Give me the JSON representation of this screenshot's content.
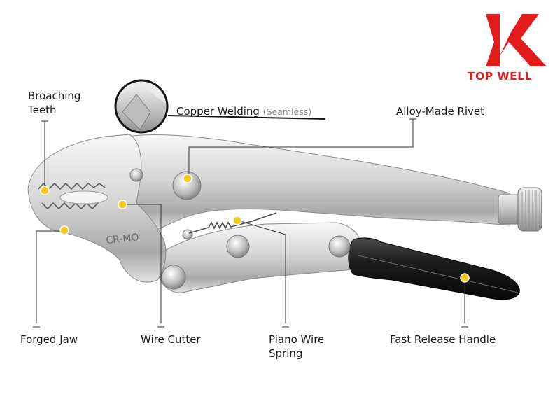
{
  "brand": {
    "name": "TOP WELL",
    "color": "#e21b1b"
  },
  "labels": {
    "broaching_teeth": "Broaching\nTeeth",
    "copper_welding": "Copper Welding",
    "copper_welding_note": "(Seamless)",
    "alloy_rivet": "Alloy-Made Rivet",
    "forged_jaw": "Forged Jaw",
    "wire_cutter": "Wire Cutter",
    "piano_wire_spring": "Piano Wire\nSpring",
    "fast_release_handle": "Fast Release Handle"
  },
  "jaw_marking": "CR-MO",
  "colors": {
    "marker": "#f4c91c",
    "leader": "#333333",
    "steel": "#c9c9c9",
    "grip": "#202020"
  }
}
